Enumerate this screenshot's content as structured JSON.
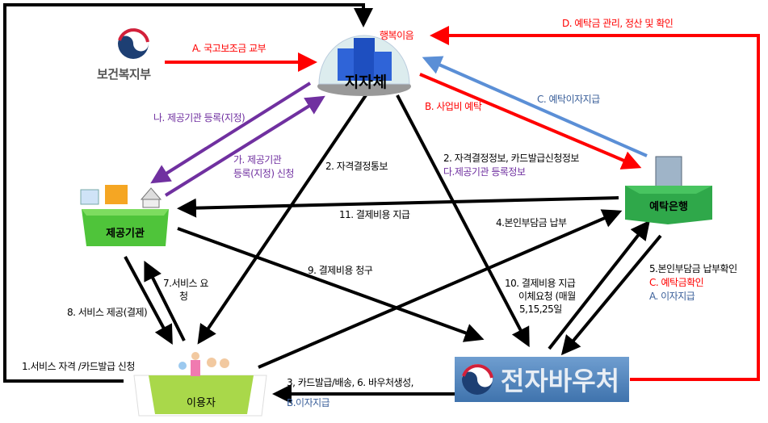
{
  "nodes": {
    "ministry": "보건복지부",
    "local_gov": "지자체",
    "happy_eum": "행복이음",
    "provider": "제공기관",
    "bank": "예탁은행",
    "user": "이용자",
    "evoucher": "전자바우처"
  },
  "labels": {
    "a_subsidy": "A. 국고보조금 교부",
    "b_deposit": "B. 사업비 예탁",
    "c_interest": "C. 예탁이자지급",
    "d_manage": "D. 예탁금  관리, 정산 및 확인",
    "na_register": "나. 제공기관 등록(지정)",
    "ga_apply_1": "가. 제공기관",
    "ga_apply_2": "등록(지정) 신청",
    "s2_notice": "2. 자격결정통보",
    "s2_info": "2. 자격결정정보, 카드발급신청정보",
    "da_info": "다.제공기관 등록정보",
    "s11": "11. 결제비용 지급",
    "s4": "4.본인부담금 납부",
    "s9": "9. 결제비용 청구",
    "s7_1": "7.서비스 요",
    "s7_2": "청",
    "s8": "8. 서비스 제공(결제)",
    "s10_1": "10. 결제비용 지급",
    "s10_2": "이체요청 (매월",
    "s10_3": "5,15,25일",
    "s5": "5.본인부담금 납부확인",
    "c_confirm": "C. 예탁금확인",
    "a_interest": "A. 이자지급",
    "s1": "1.서비스 자격 /카드발급 신청",
    "s3": "3, 카드발급/배송, 6. 바우처생성,",
    "b_interest": "B.이자지급"
  },
  "colors": {
    "red": "#ff0000",
    "purple": "#7030a0",
    "blue": "#5b8fd6",
    "black": "#000000",
    "green": "#3cb043",
    "voucher": "#4a7fb8"
  }
}
